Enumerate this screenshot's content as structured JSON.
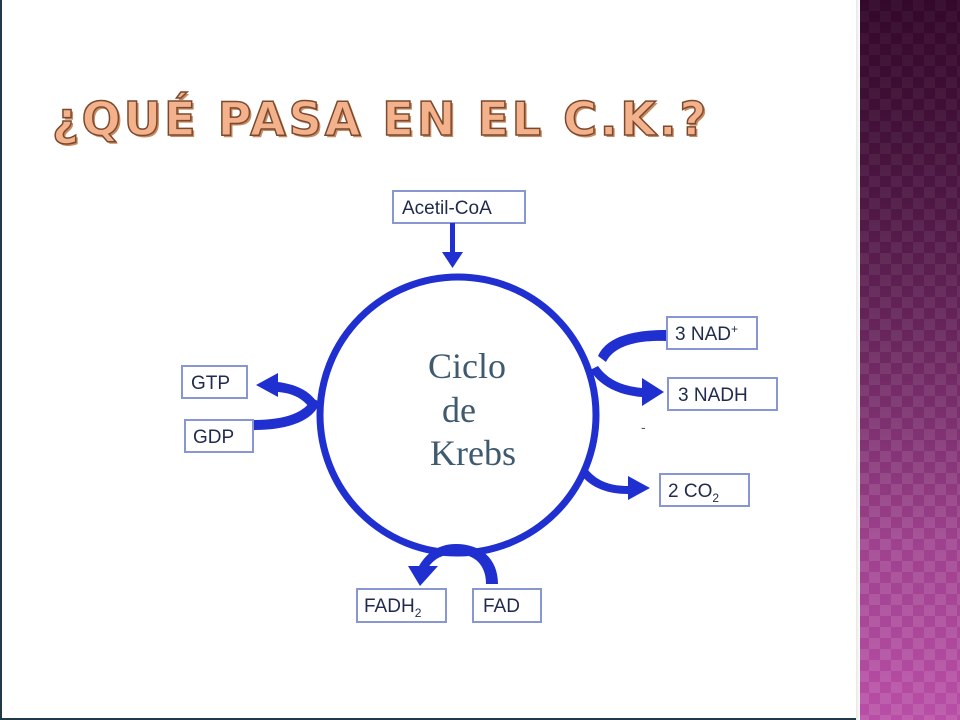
{
  "title": "¿QUÉ PASA EN EL C.K.?",
  "diagram": {
    "center": {
      "line1": "Ciclo",
      "line2": "de",
      "line3": "Krebs"
    },
    "nodes": {
      "acetil": "Acetil-CoA",
      "nad": {
        "base": "3 NAD",
        "sup": "+"
      },
      "nadh": "3 NADH",
      "co2": {
        "base": "2 CO",
        "sub": "2"
      },
      "fad": "FAD",
      "fadh2": {
        "base": "FADH",
        "sub": "2"
      },
      "gtp": "GTP",
      "gdp": "GDP"
    },
    "annotation": "-"
  },
  "colors": {
    "cycle_blue": "#1f2fd0",
    "box_border": "#8896d2",
    "title_fill": "#f3b18c",
    "side_panel": "#7a2f6e"
  }
}
